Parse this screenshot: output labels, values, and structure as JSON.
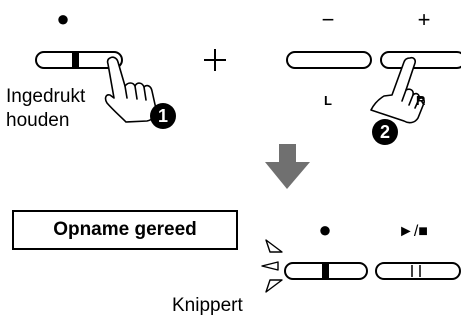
{
  "top": {
    "rec_symbol": "●",
    "plus_sign": "+",
    "minus_symbol": "−",
    "plus_symbol": "+",
    "left_letter": "L",
    "right_letter": "R",
    "hold_label": "Ingedrukt\nhouden",
    "step1": "1",
    "step2": "2"
  },
  "bottom": {
    "status_text": "Opname gereed",
    "rec_symbol": "●",
    "play_stop_symbol": "►/■",
    "blink_label": "Knippert"
  },
  "colors": {
    "arrow": "#707070",
    "stroke": "#000000",
    "indicator": "#000000"
  },
  "icons": [
    "hand-press-icon",
    "down-arrow-icon",
    "blink-rays-icon"
  ]
}
